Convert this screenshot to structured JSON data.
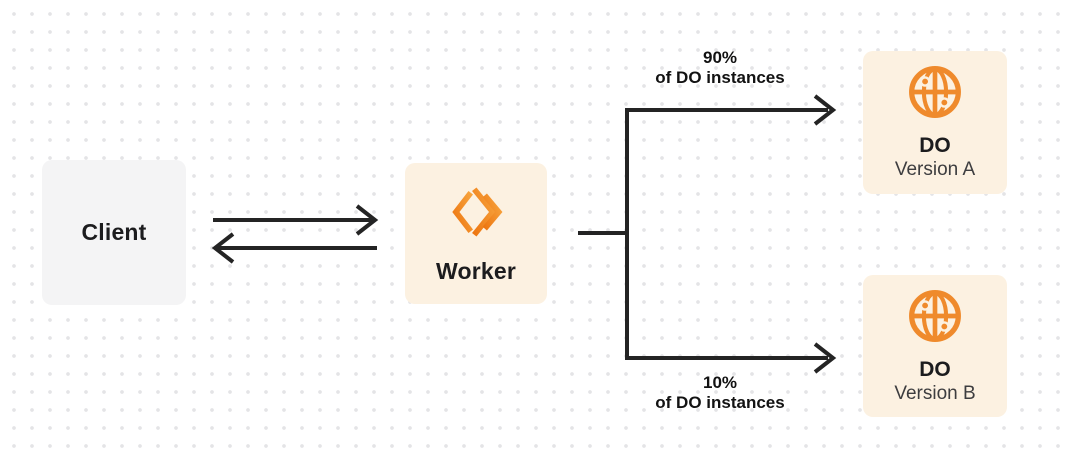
{
  "colors": {
    "canvas_background": "#ffffff",
    "dot_grid": "#e4e4e6",
    "client_node_fill": "#f4f4f5",
    "orange_node_fill": "#fcf1e1",
    "workers_logo_orange_light": "#f7a43e",
    "workers_logo_orange_dark": "#ed7611",
    "globe_icon_orange": "#ef8a2c",
    "arrow_stroke": "#242424",
    "text_primary": "#1c1c1e",
    "text_secondary": "#3d3d3f"
  },
  "nodes": {
    "client": {
      "label": "Client"
    },
    "worker": {
      "label": "Worker",
      "icon": "cloudflare-workers-logo-icon"
    },
    "do_version_a": {
      "title": "DO",
      "subtitle": "Version A",
      "icon": "durable-object-globe-icon"
    },
    "do_version_b": {
      "title": "DO",
      "subtitle": "Version B",
      "icon": "durable-object-globe-icon"
    }
  },
  "edges": {
    "worker_split": {
      "top": {
        "percent": "90%",
        "caption": "of DO instances"
      },
      "bottom": {
        "percent": "10%",
        "caption": "of DO instances"
      }
    }
  }
}
